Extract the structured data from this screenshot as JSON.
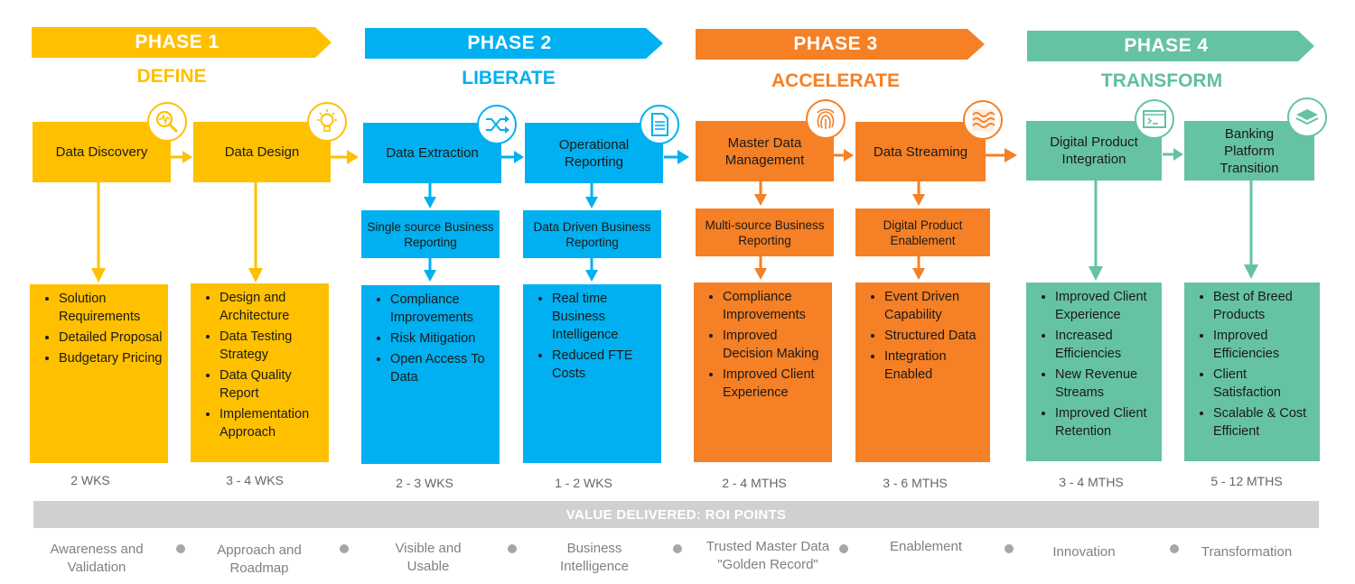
{
  "colors": {
    "phase1": "#FFC000",
    "phase2": "#00B0F0",
    "phase3": "#F58025",
    "phase4": "#66C2A5",
    "phase4_text": "#5FBFA3",
    "bar": "#D0D0D0",
    "grey_text": "#808080"
  },
  "phases": [
    {
      "banner": "PHASE 1",
      "name": "DEFINE",
      "steps": [
        {
          "title": "Data Discovery",
          "icon": "magnifier-pulse-icon",
          "bullets": [
            "Solution Requirements",
            "Detailed Proposal",
            "Budgetary Pricing"
          ],
          "duration": "2 WKS"
        },
        {
          "title": "Data Design",
          "icon": "lightbulb-icon",
          "bullets": [
            "Design and Architecture",
            "Data Testing Strategy",
            "Data Quality Report",
            "Implementation Approach"
          ],
          "duration": "3 - 4 WKS"
        }
      ]
    },
    {
      "banner": "PHASE 2",
      "name": "LIBERATE",
      "steps": [
        {
          "title": "Data Extraction",
          "icon": "shuffle-icon",
          "sub": "Single source Business Reporting",
          "bullets": [
            "Compliance Improvements",
            "Risk Mitigation",
            "Open Access To Data"
          ],
          "duration": "2 - 3 WKS"
        },
        {
          "title": "Operational Reporting",
          "icon": "document-icon",
          "sub": "Data Driven Business Reporting",
          "bullets": [
            "Real time Business Intelligence",
            "Reduced FTE Costs"
          ],
          "duration": "1 - 2 WKS"
        }
      ]
    },
    {
      "banner": "PHASE 3",
      "name": "ACCELERATE",
      "steps": [
        {
          "title": "Master Data Management",
          "icon": "fingerprint-icon",
          "sub": "Multi-source Business Reporting",
          "bullets": [
            "Compliance Improvements",
            "Improved Decision Making",
            "Improved Client Experience"
          ],
          "duration": "2 - 4 MTHS"
        },
        {
          "title": "Data Streaming",
          "icon": "waves-icon",
          "sub": "Digital Product Enablement",
          "bullets": [
            "Event Driven Capability",
            "Structured Data",
            "Integration Enabled"
          ],
          "duration": "3 - 6 MTHS"
        }
      ]
    },
    {
      "banner": "PHASE 4",
      "name": "TRANSFORM",
      "steps": [
        {
          "title": "Digital Product Integration",
          "icon": "terminal-window-icon",
          "bullets": [
            "Improved Client Experience",
            "Increased Efficiencies",
            "New Revenue Streams",
            "Improved Client Retention"
          ],
          "duration": "3 - 4 MTHS"
        },
        {
          "title": "Banking Platform Transition",
          "icon": "layers-icon",
          "bullets": [
            "Best of Breed Products",
            "Improved Efficiencies",
            "Client Satisfaction",
            "Scalable & Cost Efficient"
          ],
          "duration": "5 - 12 MTHS"
        }
      ]
    }
  ],
  "value_bar": "VALUE DELIVERED: ROI POINTS",
  "roi_points": [
    "Awareness and Validation",
    "Approach and Roadmap",
    "Visible and Usable",
    "Business Intelligence",
    "Trusted Master Data \"Golden Record\"",
    "Enablement",
    "Innovation",
    "Transformation"
  ]
}
